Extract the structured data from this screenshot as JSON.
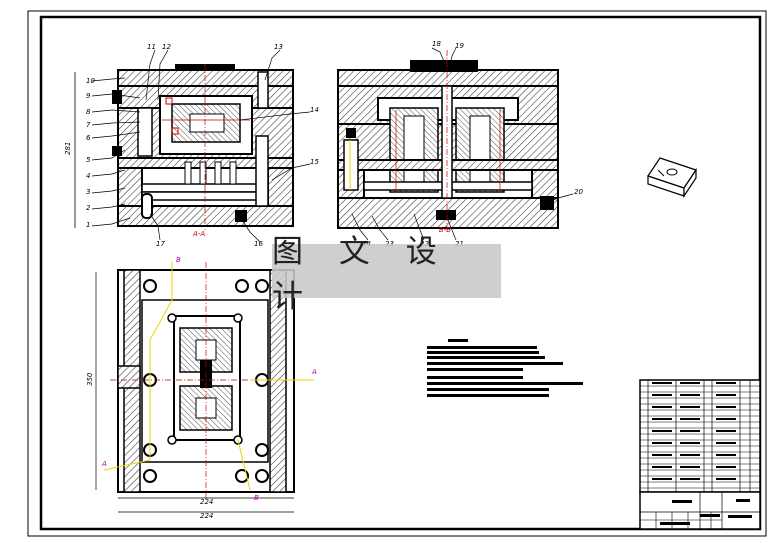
{
  "watermark": "图 文 设 计",
  "part_numbers_left": [
    "1",
    "2",
    "3",
    "4",
    "5",
    "6",
    "7",
    "8",
    "9",
    "10",
    "11",
    "12",
    "13",
    "14",
    "15",
    "16",
    "17"
  ],
  "part_numbers_right": [
    "18",
    "19",
    "20",
    "21",
    "22",
    "23",
    "24"
  ],
  "section_labels": {
    "aa": "A-A",
    "bb": "B-B"
  },
  "plan_markers": {
    "a": "A",
    "b": "B"
  },
  "dimensions": {
    "height_front": "281",
    "height_plan": "350",
    "width_plan_inner": "224",
    "width_plan_outer": "224"
  },
  "colors": {
    "line": "#000000",
    "axis": "#cc0000",
    "leader": "#e6d800",
    "hatch": "#444444",
    "watermark_bg": "#c8c8c8"
  }
}
